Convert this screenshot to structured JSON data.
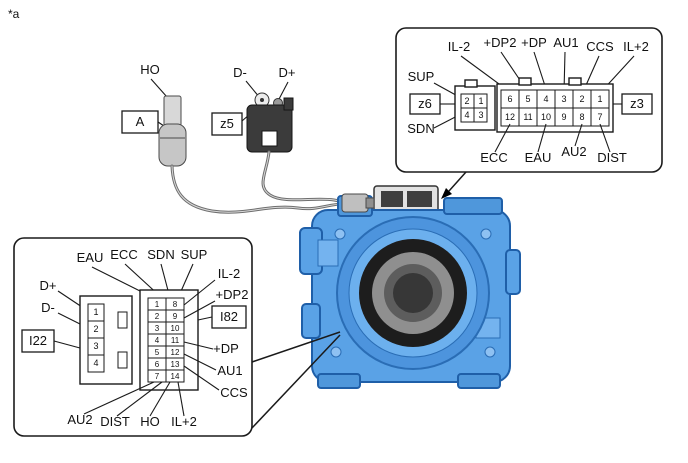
{
  "note": "*a",
  "labels": {
    "ho": "HO",
    "d_minus": "D-",
    "d_plus": "D+"
  },
  "boxes": {
    "a": "A",
    "z5": "z5",
    "z6": "z6",
    "z3": "z3",
    "i22": "I22",
    "i82": "I82"
  },
  "callout_top_right": {
    "top_labels": [
      "IL-2",
      "+DP2",
      "+DP",
      "AU1",
      "CCS",
      "IL+2"
    ],
    "left_top": "SUP",
    "left_bottom": "SDN",
    "bottom_labels": [
      "ECC",
      "EAU",
      "AU2",
      "DIST"
    ],
    "z6_pins": {
      "row1": [
        "2",
        "1"
      ],
      "row2": [
        "4",
        "3"
      ]
    },
    "z3_pins": {
      "row1": [
        "6",
        "5",
        "4",
        "3",
        "2",
        "1"
      ],
      "row2": [
        "12",
        "11",
        "10",
        "9",
        "8",
        "7"
      ]
    }
  },
  "callout_bottom_left": {
    "top_labels": [
      "EAU",
      "ECC",
      "SDN",
      "SUP"
    ],
    "left_labels": [
      "D+",
      "D-"
    ],
    "right_labels": [
      "IL-2",
      "+DP2",
      "+DP",
      "AU1",
      "CCS"
    ],
    "bottom_labels": [
      "AU2",
      "DIST",
      "HO",
      "IL+2"
    ],
    "i22_pins": [
      "1",
      "2",
      "3",
      "4"
    ],
    "i82_pins": {
      "col1": [
        "1",
        "2",
        "3",
        "4",
        "5",
        "6",
        "7"
      ],
      "col2": [
        "8",
        "9",
        "10",
        "11",
        "12",
        "13",
        "14"
      ]
    }
  }
}
